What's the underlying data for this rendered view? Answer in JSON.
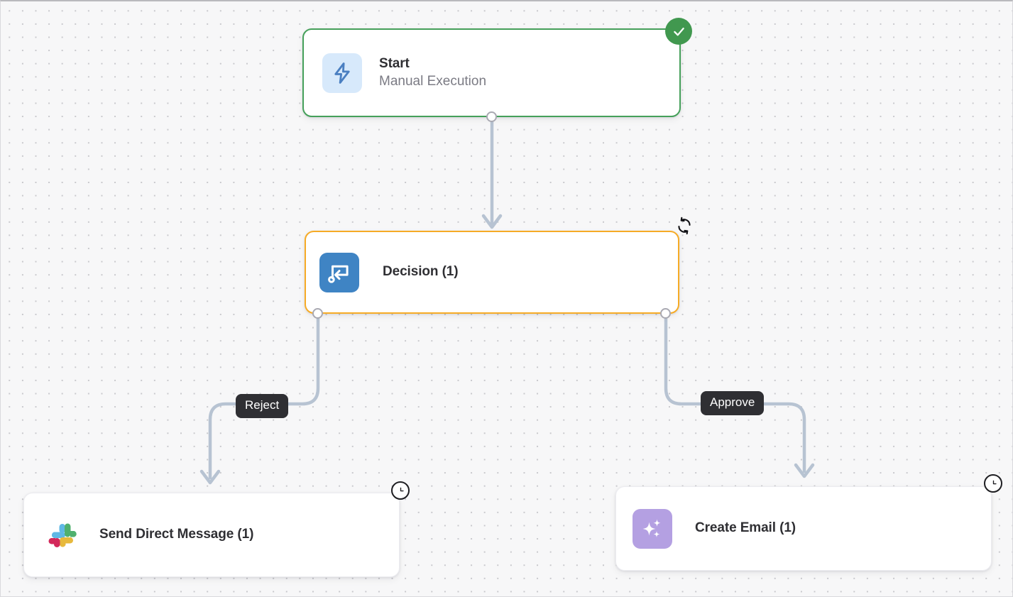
{
  "canvas": {
    "background_color": "#f7f7f8",
    "grid": "dot-grid"
  },
  "palette": {
    "success_green": "#41984f",
    "running_orange": "#f6ab26",
    "edge_gray": "#b7c3d2",
    "label_dark": "#2f2f33",
    "start_icon_bg": "#d7e9fb",
    "decision_icon_bg": "#3f84c4",
    "ai_icon_bg": "#b4a0e2"
  },
  "nodes": [
    {
      "id": "start",
      "title": "Start",
      "subtitle": "Manual Execution",
      "icon": "lightning-bolt-icon",
      "status": "success",
      "badge": "check-badge"
    },
    {
      "id": "decision",
      "title": "Decision (1)",
      "subtitle": "",
      "icon": "decision-branch-icon",
      "status": "running",
      "badge": "refresh-badge"
    },
    {
      "id": "send-direct-message",
      "title": "Send Direct Message (1)",
      "subtitle": "",
      "icon": "slack-icon",
      "status": "pending",
      "badge": "clock-badge"
    },
    {
      "id": "create-email",
      "title": "Create Email (1)",
      "subtitle": "",
      "icon": "ai-sparkles-icon",
      "status": "pending",
      "badge": "clock-badge"
    }
  ],
  "edges": [
    {
      "id": "start-to-decision",
      "from": "start",
      "to": "decision",
      "label": ""
    },
    {
      "id": "decision-reject",
      "from": "decision",
      "to": "send-direct-message",
      "label": "Reject"
    },
    {
      "id": "decision-approve",
      "from": "decision",
      "to": "create-email",
      "label": "Approve"
    }
  ],
  "labels": {
    "reject": "Reject",
    "approve": "Approve"
  }
}
